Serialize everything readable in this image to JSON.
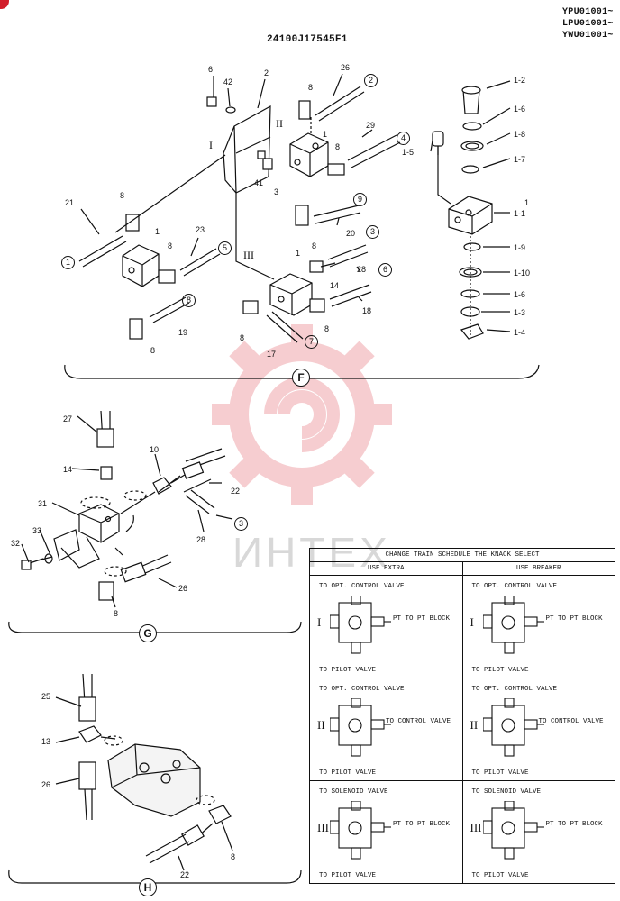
{
  "header": {
    "part_code": "24100J17545F1",
    "serials": [
      "YPU01001~",
      "LPU01001~",
      "YWU01001~"
    ]
  },
  "watermark": {
    "text": "ИНТЕХ",
    "color": "#e0505a"
  },
  "sections": {
    "f": "F",
    "g": "G",
    "h": "H"
  },
  "labels_f": {
    "n6": "6",
    "n42": "42",
    "n2": "2",
    "n26": "26",
    "n8a": "8",
    "n1a": "1",
    "n8b": "8",
    "n29": "29",
    "n41": "41",
    "n3": "3",
    "n8c": "8",
    "n21": "21",
    "n1b": "1",
    "n8d": "8",
    "n23": "23",
    "n20": "20",
    "n8e": "8",
    "n1c": "1",
    "n28": "28",
    "n14": "14",
    "n18": "18",
    "n19": "19",
    "n8f": "8",
    "n8g": "8",
    "n17": "17",
    "n8h": "8",
    "p1_2": "1-2",
    "p1_6a": "1-6",
    "p1_8": "1-8",
    "p1_5": "1-5",
    "p1_7": "1-7",
    "p1": "1",
    "p1_1": "1-1",
    "p1_9": "1-9",
    "p1_10": "1-10",
    "p1_6b": "1-6",
    "p1_3": "1-3",
    "p1_4": "1-4",
    "rI": "I",
    "rII": "II",
    "rIII": "III",
    "c1": "1",
    "c2": "2",
    "c3": "3",
    "c4": "4",
    "c5": "5",
    "c6": "6",
    "c7": "7",
    "c8": "8",
    "c9": "9"
  },
  "labels_g": {
    "n27": "27",
    "n10": "10",
    "n14": "14",
    "n22": "22",
    "n31": "31",
    "n28": "28",
    "n33": "33",
    "n32": "32",
    "n26": "26",
    "n8": "8",
    "c3": "3"
  },
  "labels_h": {
    "n25": "25",
    "n13": "13",
    "n26": "26",
    "n8": "8",
    "n22": "22"
  },
  "schedule": {
    "title": "CHANGE TRAIN SCHEDULE THE KNACK SELECT",
    "col1": "USE EXTRA",
    "col2": "USE BREAKER",
    "rows": [
      {
        "roman": "I",
        "top": "TO OPT. CONTROL VALVE",
        "right": "PT TO PT BLOCK",
        "bottom": "TO PILOT VALVE"
      },
      {
        "roman": "II",
        "top": "TO OPT. CONTROL VALVE",
        "right": "TO CONTROL VALVE",
        "bottom": "TO PILOT VALVE"
      },
      {
        "roman": "III",
        "top": "TO SOLENOID VALVE",
        "right": "PT TO PT BLOCK",
        "bottom": "TO PILOT VALVE"
      }
    ]
  }
}
